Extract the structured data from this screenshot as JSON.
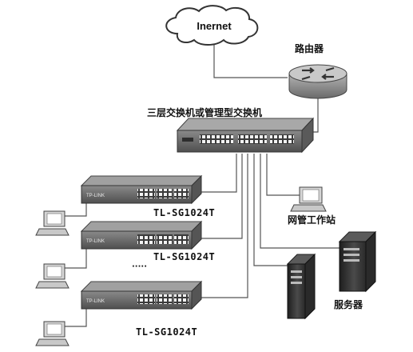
{
  "labels": {
    "internet": "Inernet",
    "router": "路由器",
    "core_switch": "三层交换机或管理型交换机",
    "access_switch_1": "TL-SG1024T",
    "access_switch_2": "TL-SG1024T",
    "access_switch_3": "TL-SG1024T",
    "switch_brand": "TP-LINK",
    "ellipsis": "·····",
    "management_station": "网管工作站",
    "servers": "服务器"
  },
  "colors": {
    "line": "#555555",
    "switch_body": "#6b6b6b",
    "switch_top": "#9a9a9a",
    "port": "#f2f2f2",
    "router_body": "#8c8c8c",
    "server_body": "#3a3a3a",
    "monitor": "#cfcfcf"
  },
  "icons": [
    "cloud-icon",
    "router-icon",
    "switch-icon",
    "pc-icon",
    "server-icon"
  ]
}
